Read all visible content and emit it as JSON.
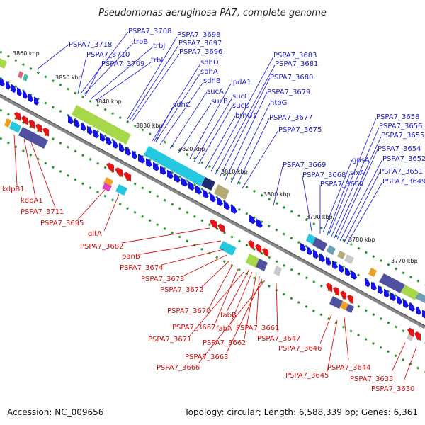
{
  "title": "Pseudomonas aeruginosa PA7, complete genome",
  "footer": {
    "accession": "Accession: NC_009656",
    "summary": "Topology: circular; Length: 6,588,339 bp; Genes: 6,361"
  },
  "kbp_labels": [
    "3860 kbp",
    "3850 kbp",
    "3840 kbp",
    "3830 kbp",
    "3820 kbp",
    "3810 kbp",
    "3800 kbp",
    "3790 kbp",
    "3780 kbp",
    "3770 kbp"
  ],
  "forward_labels": [
    "PSPA7_3718",
    "PSPA7_3708",
    "trbB",
    "trbJ",
    "PSPA7_3710",
    "PSPA7_3709",
    "trbL",
    "PSPA7_3698",
    "PSPA7_3697",
    "PSPA7_3696",
    "sdhD",
    "sdhA",
    "sdhB",
    "sucA",
    "sdhC",
    "sucB",
    "lpdA1",
    "sucC",
    "sucD",
    "brnQ1",
    "PSPA7_3683",
    "PSPA7_3681",
    "PSPA7_3680",
    "PSPA7_3679",
    "htpG",
    "PSPA7_3677",
    "PSPA7_3675",
    "PSPA7_3669",
    "PSPA7_3668",
    "PSPA7_3660",
    "gpsA",
    "sixA",
    "PSPA7_3658",
    "PSPA7_3656",
    "PSPA7_3655",
    "PSPA7_3654",
    "PSPA7_3652",
    "PSPA7_3651",
    "PSPA7_3649"
  ],
  "reverse_labels": [
    "kdpB1",
    "kdpA1",
    "PSPA7_3711",
    "PSPA7_3695",
    "gltA",
    "PSPA7_3682",
    "panB",
    "PSPA7_3674",
    "PSPA7_3673",
    "PSPA7_3672",
    "PSPA7_3670",
    "fabB",
    "PSPA7_3667",
    "fabA",
    "PSPA7_3661",
    "PSPA7_3671",
    "PSPA7_3662",
    "PSPA7_3647",
    "PSPA7_3663",
    "PSPA7_3646",
    "PSPA7_3666",
    "PSPA7_3644",
    "PSPA7_3645",
    "PSPA7_3633",
    "PSPA7_3630"
  ],
  "colors": {
    "forward_label": "#1f1fc8",
    "reverse_label": "#d01010",
    "forward_arrow": "#1414e6",
    "reverse_arrow": "#e61414",
    "backbone": "#888888",
    "dotted_track": "#2a9a2a",
    "cog_green": "#a6d84a",
    "cog_cyan": "#24c8e0",
    "cog_purple": "#5050a0",
    "cog_olive": "#b4aa78",
    "cog_orange": "#f0a020"
  }
}
